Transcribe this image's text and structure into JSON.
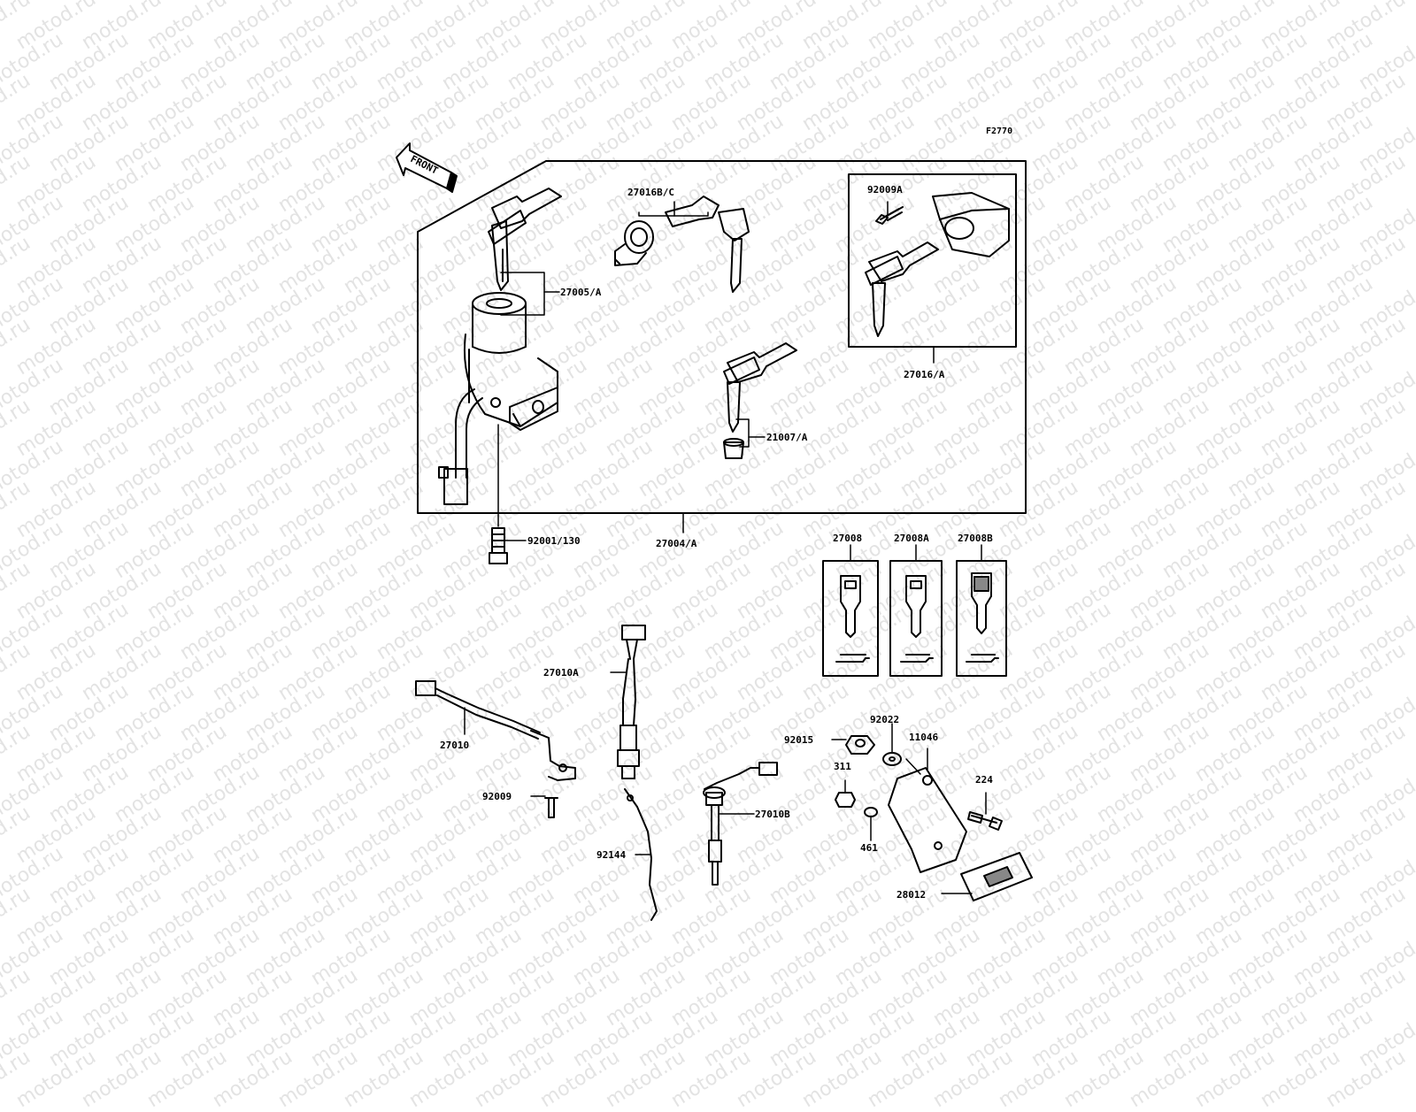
{
  "figure_code": "F2770",
  "front_label": "FRONT",
  "watermark": "motod.ru",
  "parts": {
    "p27016BC": "27016B/C",
    "p92009A": "92009A",
    "p27005A": "27005/A",
    "p27016A": "27016/A",
    "p21007A": "21007/A",
    "p92001_130": "92001/130",
    "p27004A": "27004/A",
    "p27008": "27008",
    "p27008A": "27008A",
    "p27008B": "27008B",
    "p27010A": "27010A",
    "p27010": "27010",
    "p92009": "92009",
    "p92144": "92144",
    "p27010B": "27010B",
    "p92015": "92015",
    "p92022": "92022",
    "p11046": "11046",
    "p311": "311",
    "p224": "224",
    "p461": "461",
    "p28012": "28012"
  }
}
